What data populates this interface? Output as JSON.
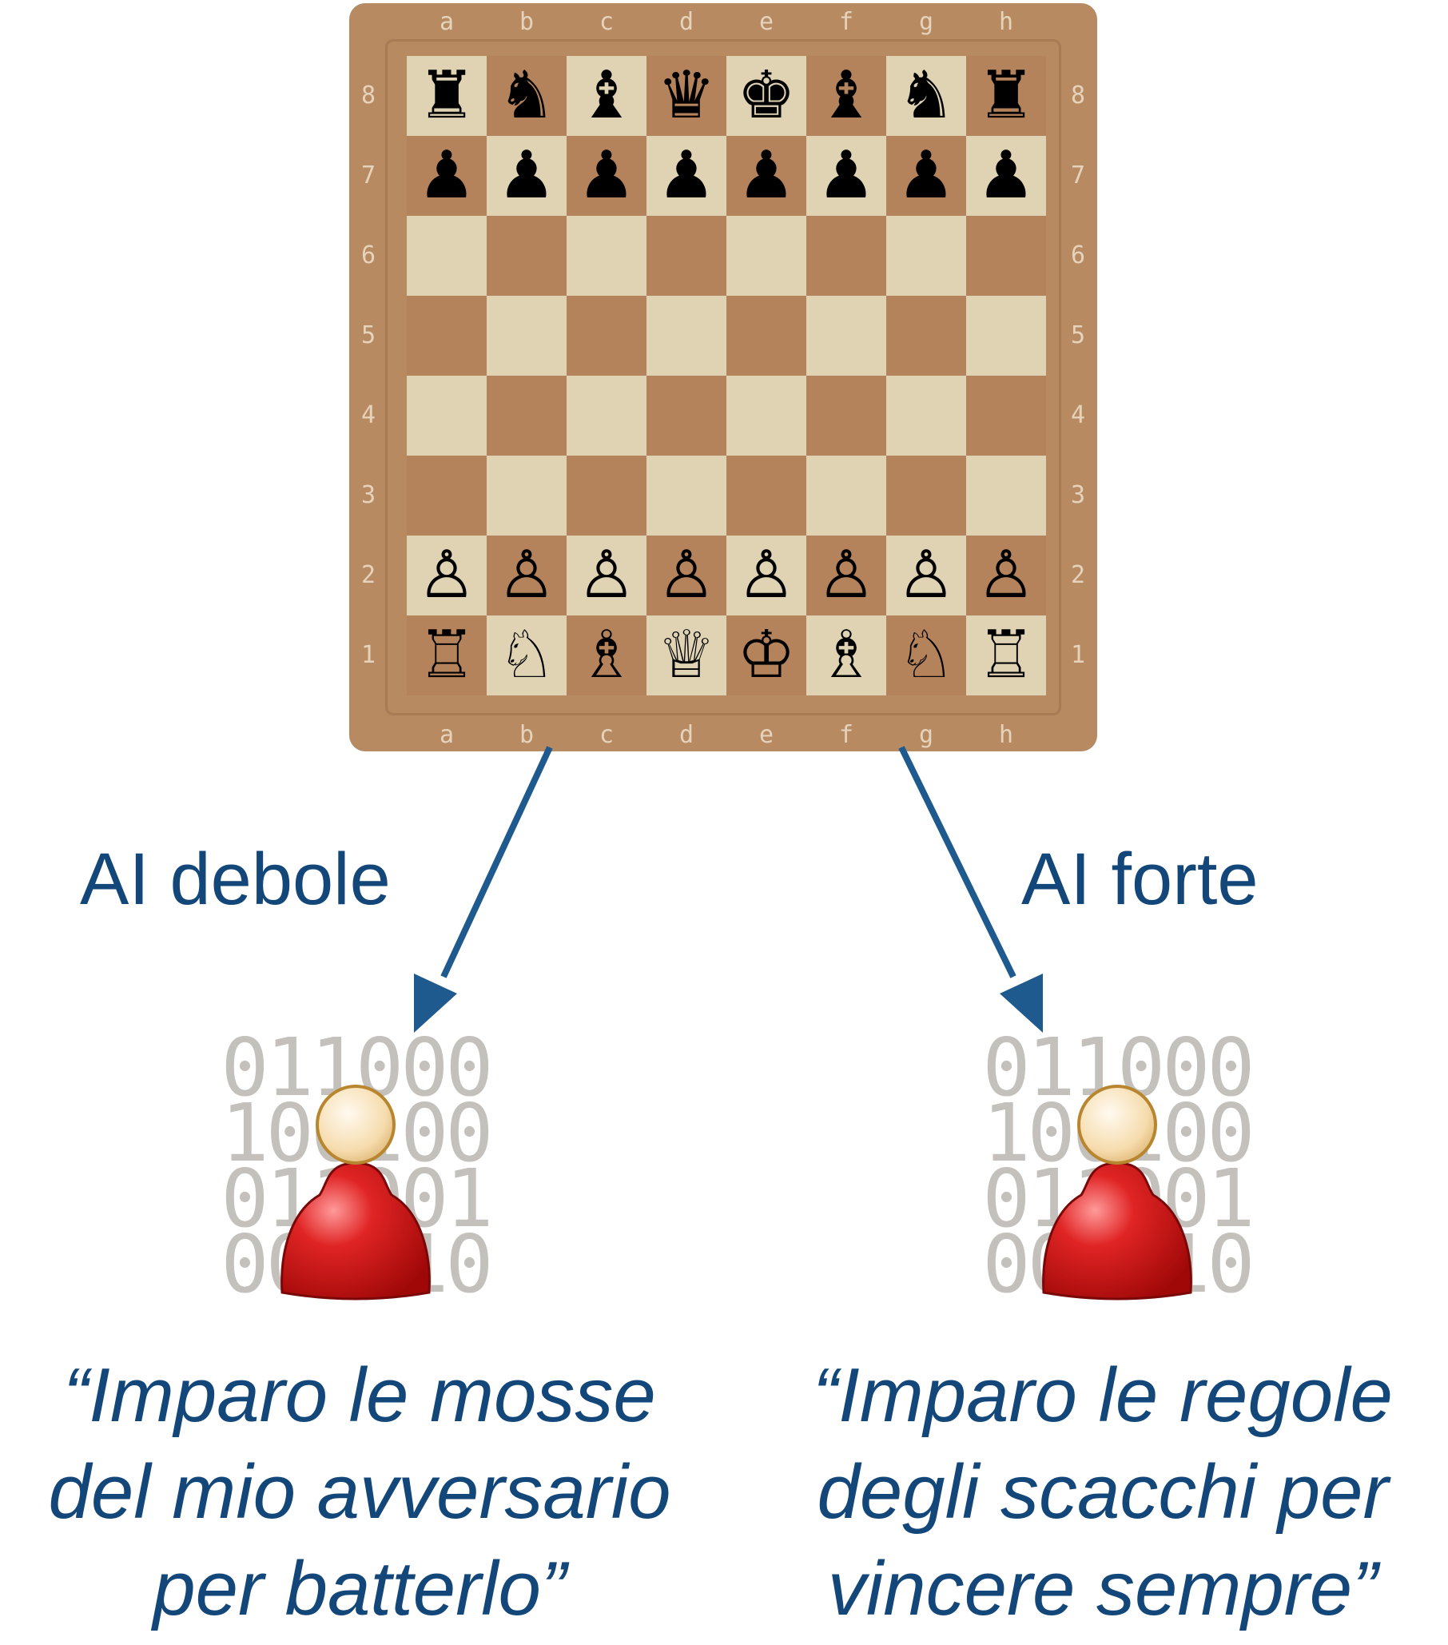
{
  "board": {
    "files": [
      "a",
      "b",
      "c",
      "d",
      "e",
      "f",
      "g",
      "h"
    ],
    "ranks": [
      "8",
      "7",
      "6",
      "5",
      "4",
      "3",
      "2",
      "1"
    ],
    "position": [
      [
        "♜",
        "♞",
        "♝",
        "♛",
        "♚",
        "♝",
        "♞",
        "♜"
      ],
      [
        "♟",
        "♟",
        "♟",
        "♟",
        "♟",
        "♟",
        "♟",
        "♟"
      ],
      [
        "",
        "",
        "",
        "",
        "",
        "",
        "",
        ""
      ],
      [
        "",
        "",
        "",
        "",
        "",
        "",
        "",
        ""
      ],
      [
        "",
        "",
        "",
        "",
        "",
        "",
        "",
        ""
      ],
      [
        "",
        "",
        "",
        "",
        "",
        "",
        "",
        ""
      ],
      [
        "♙",
        "♙",
        "♙",
        "♙",
        "♙",
        "♙",
        "♙",
        "♙"
      ],
      [
        "♖",
        "♘",
        "♗",
        "♕",
        "♔",
        "♗",
        "♘",
        "♖"
      ]
    ]
  },
  "left": {
    "label": "AI debole",
    "binary": [
      "011000",
      "100100",
      "011001",
      "000110"
    ],
    "quote": [
      "“Imparo le mosse",
      "del mio avversario",
      "per batterlo”"
    ]
  },
  "right": {
    "label": "AI forte",
    "binary": [
      "011000",
      "100100",
      "011001",
      "000110"
    ],
    "quote": [
      "“Imparo le regole",
      "degli scacchi per",
      "vincere sempre”"
    ]
  },
  "colors": {
    "text": "#13477a",
    "arrow": "#1f5a8e",
    "board_light": "#dfd3b4",
    "board_dark": "#b5835b",
    "frame": "#b78a62",
    "user_body": "#d42020",
    "user_head": "#f7dfb5"
  }
}
